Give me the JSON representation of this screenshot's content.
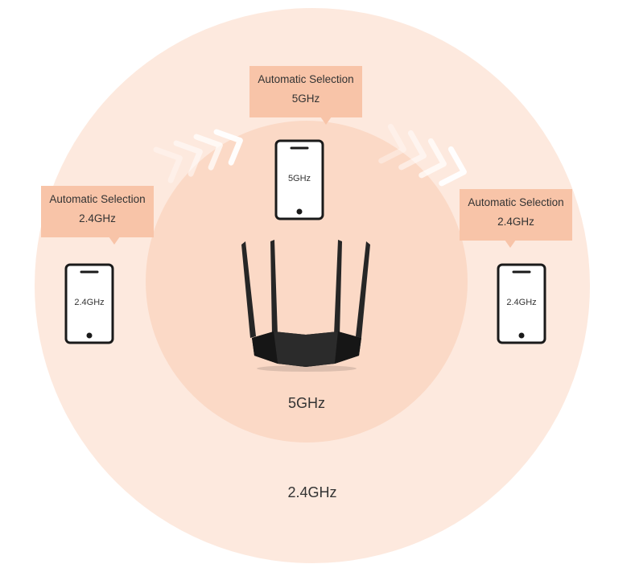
{
  "colors": {
    "outer_circle": "#fde9de",
    "inner_circle": "#fbd9c6",
    "bubble": "#f8c4a8",
    "arrow": "#ffffff",
    "phone_stroke": "#1a1a1a",
    "router": "#1f1f1f"
  },
  "bubbles": {
    "top": {
      "line1": "Automatic Selection",
      "line2": "5GHz"
    },
    "left": {
      "line1": "Automatic Selection",
      "line2": "2.4GHz"
    },
    "right": {
      "line1": "Automatic Selection",
      "line2": "2.4GHz"
    }
  },
  "phones": {
    "top": "5GHz",
    "left": "2.4GHz",
    "right": "2.4GHz"
  },
  "bands": {
    "inner": "5GHz",
    "outer": "2.4GHz"
  },
  "icons": [
    "phone-icon",
    "router-icon",
    "arrow-chevrons-icon"
  ]
}
